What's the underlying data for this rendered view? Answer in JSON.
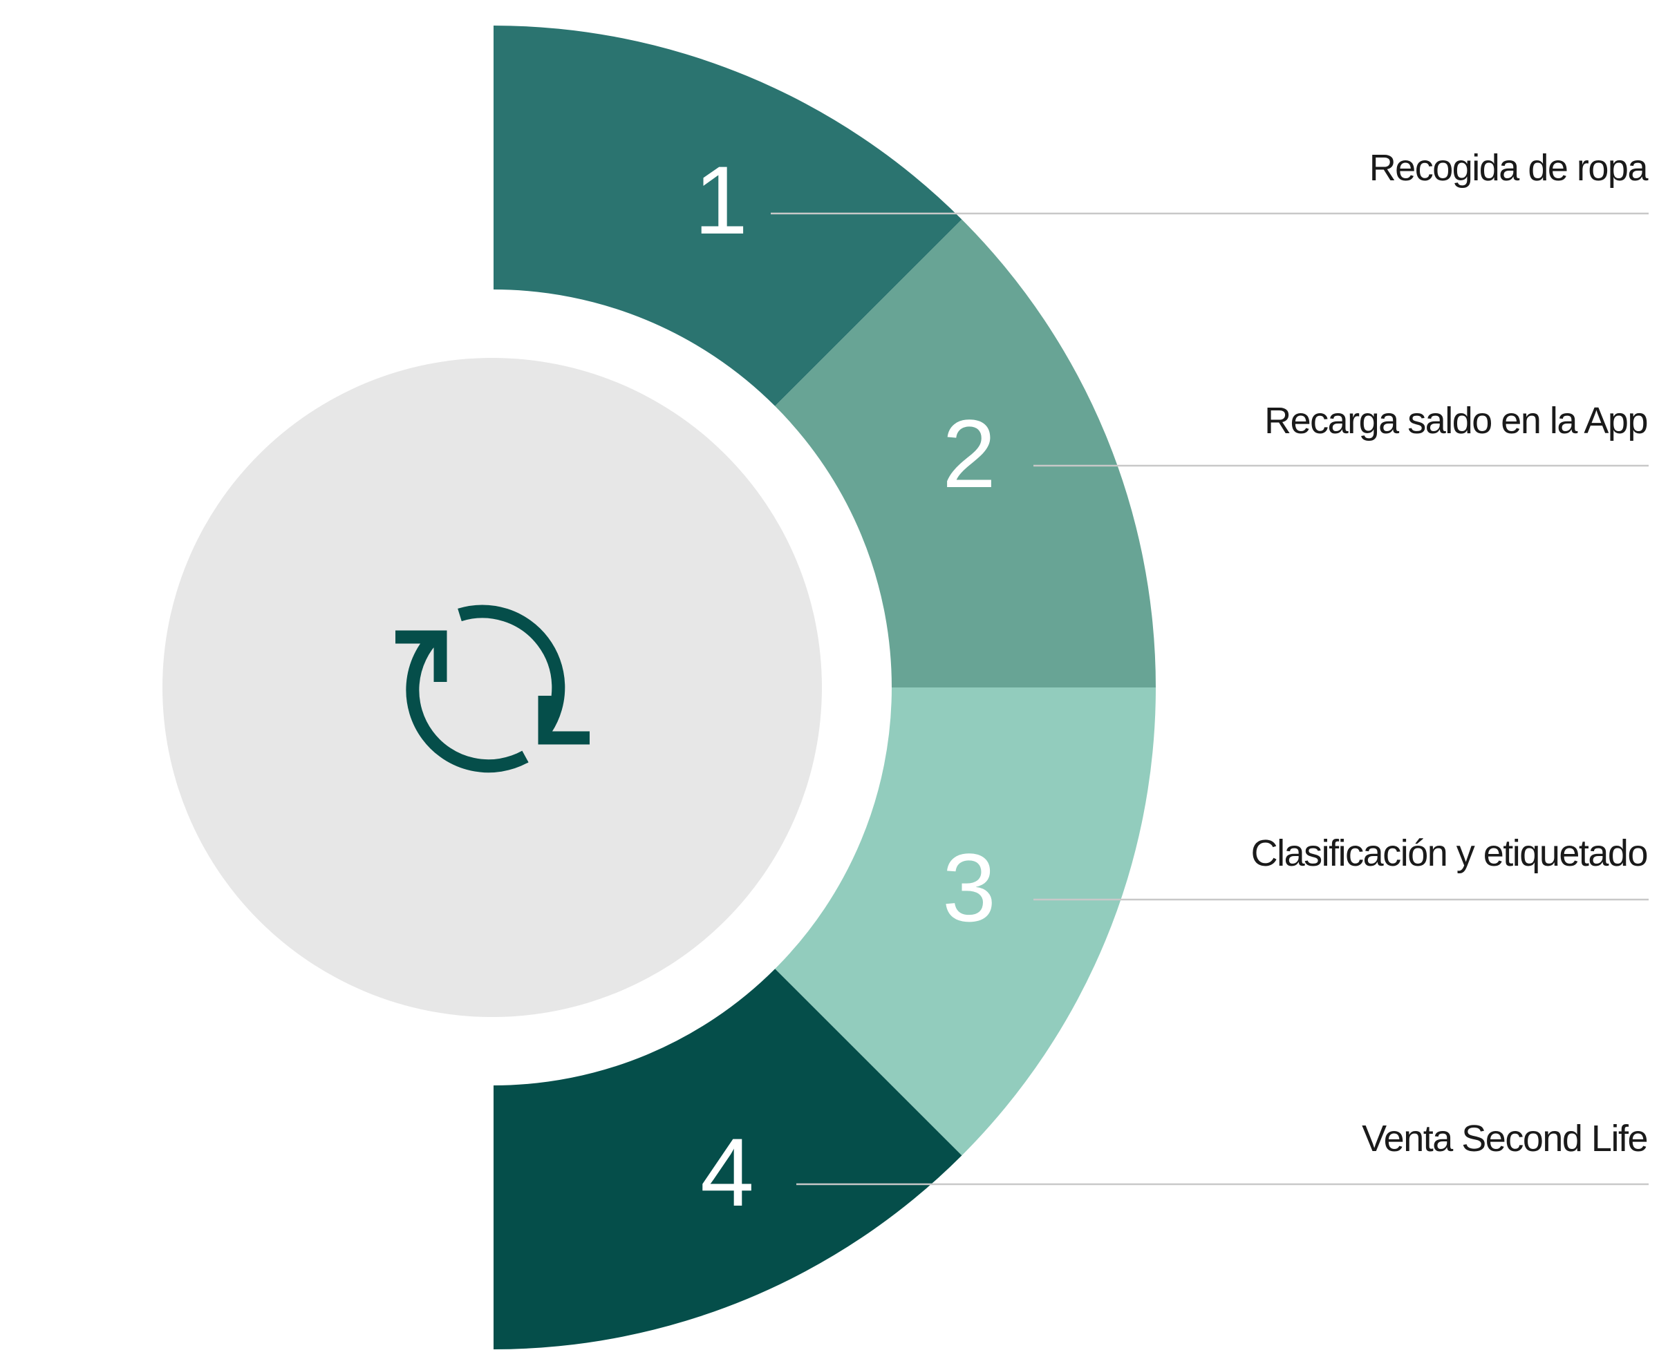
{
  "steps": [
    {
      "number": "1",
      "label": "Recogida de ropa",
      "color": "#2b7470"
    },
    {
      "number": "2",
      "label": "Recarga saldo en la App",
      "color": "#68a495"
    },
    {
      "number": "3",
      "label": "Clasificación y etiquetado",
      "color": "#92ccbd"
    },
    {
      "number": "4",
      "label": "Venta Second Life",
      "color": "#054e4a"
    }
  ],
  "center": {
    "icon": "refresh-cycle-icon",
    "background": "#e7e7e7",
    "icon_color": "#054e4a"
  }
}
